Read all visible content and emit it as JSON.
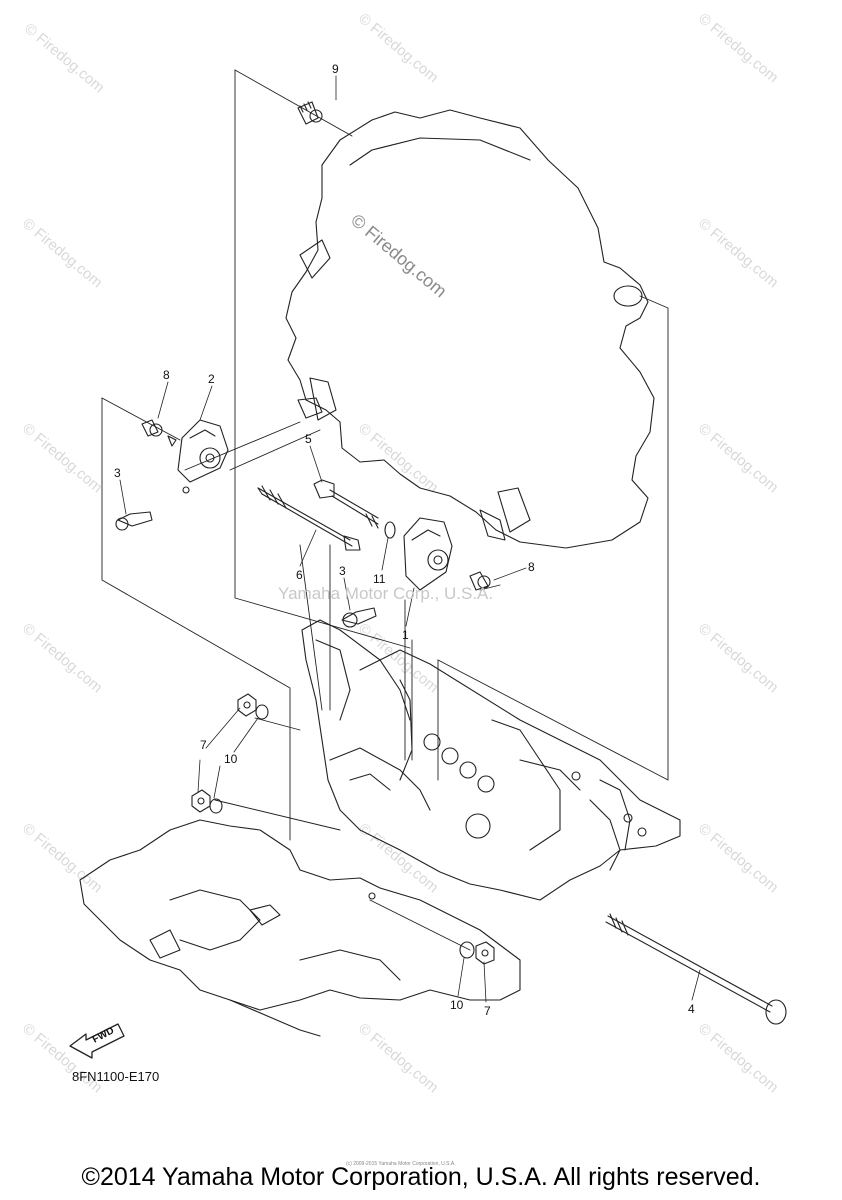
{
  "watermark": {
    "repeat_text": "© Firedog.com",
    "center_text": "Yamaha Motor Corp., U.S.A."
  },
  "callouts": [
    {
      "id": "c9",
      "label": "9"
    },
    {
      "id": "c8a",
      "label": "8"
    },
    {
      "id": "c2",
      "label": "2"
    },
    {
      "id": "c3a",
      "label": "3"
    },
    {
      "id": "c5",
      "label": "5"
    },
    {
      "id": "c6",
      "label": "6"
    },
    {
      "id": "c3b",
      "label": "3"
    },
    {
      "id": "c11",
      "label": "11"
    },
    {
      "id": "c8b",
      "label": "8"
    },
    {
      "id": "c1",
      "label": "1"
    },
    {
      "id": "c7a",
      "label": "7"
    },
    {
      "id": "c10a",
      "label": "10"
    },
    {
      "id": "c10b",
      "label": "10"
    },
    {
      "id": "c7b",
      "label": "7"
    },
    {
      "id": "c4",
      "label": "4"
    }
  ],
  "fwd_label": "FWD",
  "diagram_code": "8FN1100-E170",
  "copyright": "©2014 Yamaha Motor Corporation, U.S.A. All rights reserved.",
  "tiny_credit": "(c) 2009-2015 Yamaha Motor Corporation, U.S.A."
}
